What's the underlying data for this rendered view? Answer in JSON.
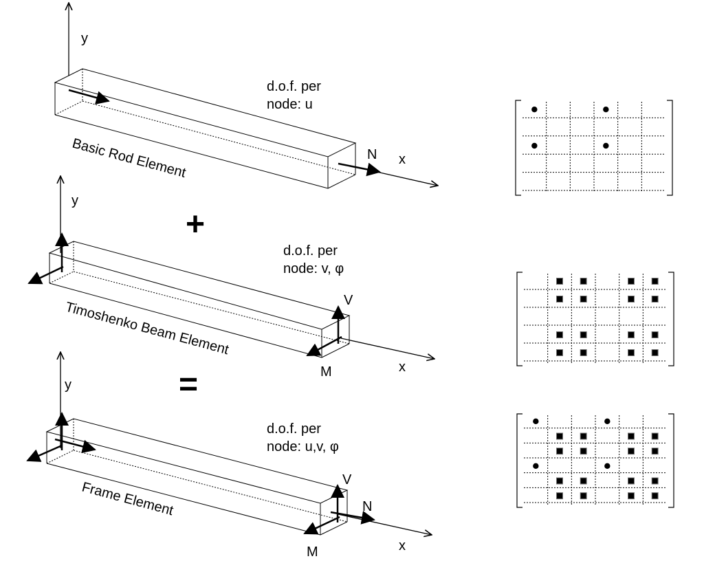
{
  "elements": {
    "rod": {
      "y_label": "y",
      "x_label": "x",
      "name": "Basic Rod Element",
      "dof_line1": "d.o.f. per",
      "dof_line2": "node: u",
      "force_label": "N"
    },
    "beam": {
      "y_label": "y",
      "x_label": "x",
      "name": "Timoshenko Beam Element",
      "dof_line1": "d.o.f. per",
      "dof_line2": "node: v, φ",
      "shear_label": "V",
      "moment_label": "M"
    },
    "frame": {
      "y_label": "y",
      "x_label": "x",
      "name": "Frame Element",
      "dof_line1": "d.o.f. per",
      "dof_line2": "node: u,v, φ",
      "shear_label": "V",
      "force_label": "N",
      "moment_label": "M"
    }
  },
  "operators": {
    "plus": "+",
    "equals": "="
  },
  "matrices": {
    "rod": {
      "rows": 5,
      "cols": 6,
      "entries": [
        {
          "r": 0,
          "c": 0,
          "type": "dot"
        },
        {
          "r": 0,
          "c": 3,
          "type": "dot"
        },
        {
          "r": 2,
          "c": 0,
          "type": "dot"
        },
        {
          "r": 2,
          "c": 3,
          "type": "dot"
        }
      ]
    },
    "beam": {
      "rows": 5,
      "cols": 6,
      "entries": [
        {
          "r": 0,
          "c": 1,
          "type": "square"
        },
        {
          "r": 0,
          "c": 2,
          "type": "square"
        },
        {
          "r": 0,
          "c": 4,
          "type": "square"
        },
        {
          "r": 0,
          "c": 5,
          "type": "square"
        },
        {
          "r": 1,
          "c": 1,
          "type": "square"
        },
        {
          "r": 1,
          "c": 2,
          "type": "square"
        },
        {
          "r": 1,
          "c": 4,
          "type": "square"
        },
        {
          "r": 1,
          "c": 5,
          "type": "square"
        },
        {
          "r": 3,
          "c": 1,
          "type": "square"
        },
        {
          "r": 3,
          "c": 2,
          "type": "square"
        },
        {
          "r": 3,
          "c": 4,
          "type": "square"
        },
        {
          "r": 3,
          "c": 5,
          "type": "square"
        },
        {
          "r": 4,
          "c": 1,
          "type": "square"
        },
        {
          "r": 4,
          "c": 2,
          "type": "square"
        },
        {
          "r": 4,
          "c": 4,
          "type": "square"
        },
        {
          "r": 4,
          "c": 5,
          "type": "square"
        }
      ]
    },
    "frame": {
      "rows": 6,
      "cols": 6,
      "entries": [
        {
          "r": 0,
          "c": 0,
          "type": "dot"
        },
        {
          "r": 0,
          "c": 3,
          "type": "dot"
        },
        {
          "r": 1,
          "c": 1,
          "type": "square"
        },
        {
          "r": 1,
          "c": 2,
          "type": "square"
        },
        {
          "r": 1,
          "c": 4,
          "type": "square"
        },
        {
          "r": 1,
          "c": 5,
          "type": "square"
        },
        {
          "r": 2,
          "c": 1,
          "type": "square"
        },
        {
          "r": 2,
          "c": 2,
          "type": "square"
        },
        {
          "r": 2,
          "c": 4,
          "type": "square"
        },
        {
          "r": 2,
          "c": 5,
          "type": "square"
        },
        {
          "r": 3,
          "c": 0,
          "type": "dot"
        },
        {
          "r": 3,
          "c": 3,
          "type": "dot"
        },
        {
          "r": 4,
          "c": 1,
          "type": "square"
        },
        {
          "r": 4,
          "c": 2,
          "type": "square"
        },
        {
          "r": 4,
          "c": 4,
          "type": "square"
        },
        {
          "r": 4,
          "c": 5,
          "type": "square"
        },
        {
          "r": 5,
          "c": 1,
          "type": "square"
        },
        {
          "r": 5,
          "c": 2,
          "type": "square"
        },
        {
          "r": 5,
          "c": 4,
          "type": "square"
        },
        {
          "r": 5,
          "c": 5,
          "type": "square"
        }
      ]
    }
  }
}
